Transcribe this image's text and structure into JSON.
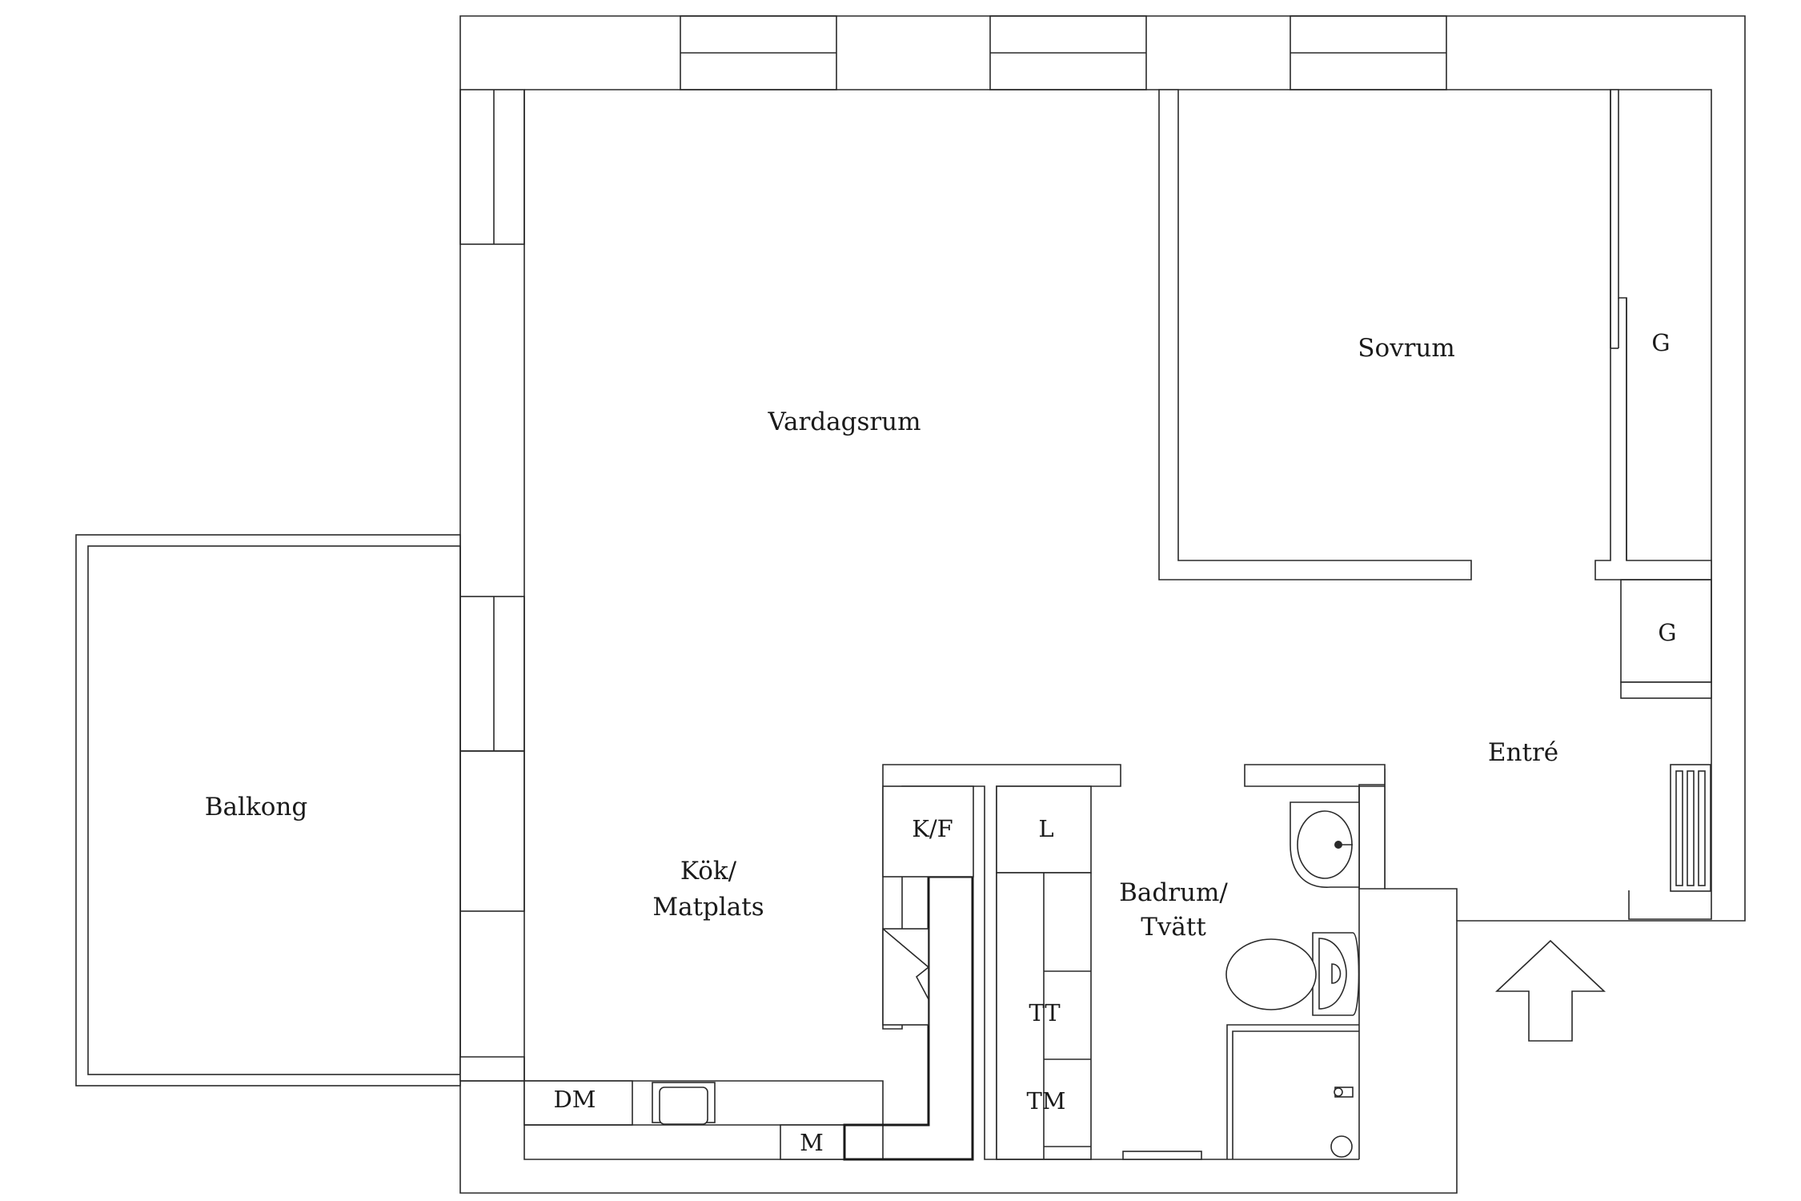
{
  "rooms": {
    "vardagsrum": "Vardagsrum",
    "sovrum": "Sovrum",
    "balkong": "Balkong",
    "kok_line1": "Kök/",
    "kok_line2": "Matplats",
    "badrum_line1": "Badrum/",
    "badrum_line2": "Tvätt",
    "entre": "Entré"
  },
  "fixtures": {
    "garderob_1": "G",
    "garderob_2": "G",
    "kyl_frys": "K/F",
    "linneskap": "L",
    "diskmaskin": "DM",
    "mikro": "M",
    "torktumlare": "TT",
    "tvattmaskin": "TM"
  }
}
